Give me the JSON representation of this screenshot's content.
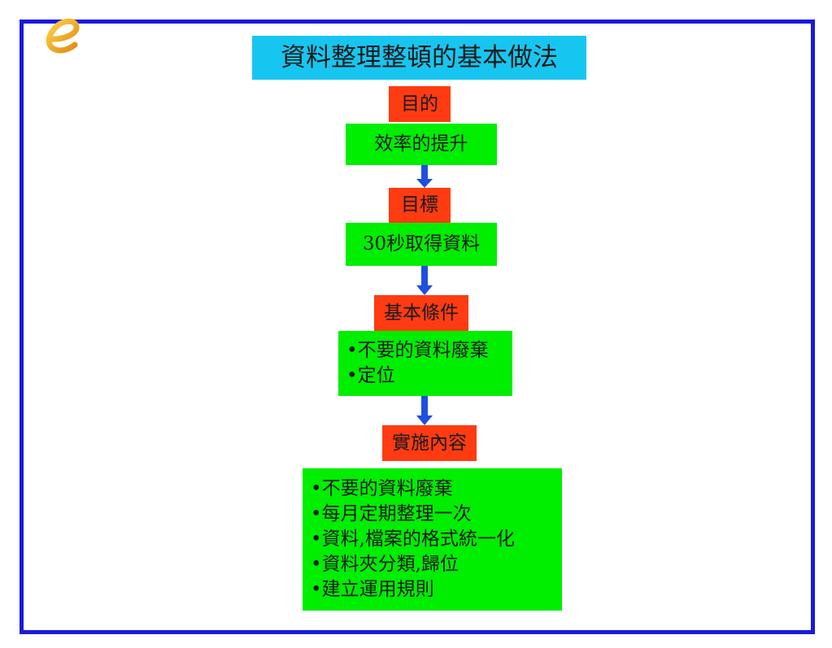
{
  "title": "資料整理整頓的基本做法",
  "colors": {
    "frame": "#1a1adc",
    "title_bg": "#17c6f0",
    "label_bg": "#ff3b12",
    "content_bg": "#00ee00",
    "arrow": "#1f4fe0",
    "logo": "#f0a020"
  },
  "logo_icon": "e-logo-icon",
  "purpose": {
    "label": "目的",
    "text": "效率的提升"
  },
  "target": {
    "label": "目標",
    "text": "30秒取得資料"
  },
  "conditions": {
    "label": "基本條件",
    "items": [
      "不要的資料廢棄",
      "定位"
    ]
  },
  "implementation": {
    "label": "實施內容",
    "items": [
      "不要的資料廢棄",
      "每月定期整理一次",
      "資料,檔案的格式統一化",
      "資料夾分類,歸位",
      "建立運用規則"
    ]
  }
}
